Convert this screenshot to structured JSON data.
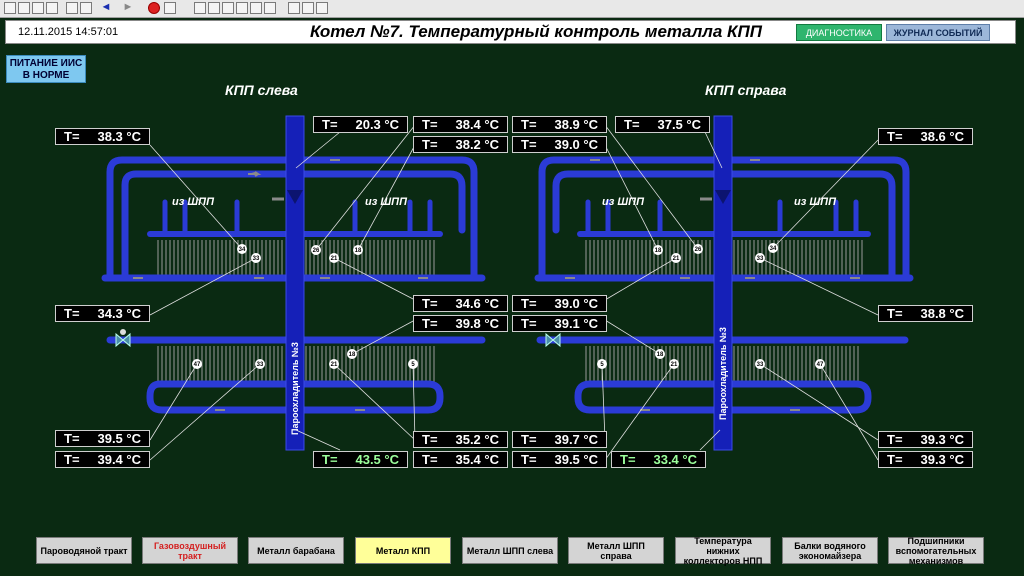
{
  "header": {
    "datetime": "12.11.2015 14:57:01",
    "title": "Котел №7. Температурный контроль металла КПП",
    "diagnostics": "ДИАГНОСТИКА",
    "journal": "ЖУРНАЛ СОБЫТИЙ"
  },
  "power_status": [
    "ПИТАНИЕ ИИС",
    "В НОРМЕ"
  ],
  "left_title": "КПП слева",
  "right_title": "КПП справа",
  "from_label": "из ШПП",
  "desuperheater_label": "Пароохладитель №3",
  "temp_prefix": "T=",
  "temps": {
    "l_top_outer": "38.3 °C",
    "l_mid": "34.3 °C",
    "l_bot1": "39.5 °C",
    "l_bot2": "39.4 °C",
    "c_top": "20.3 °C",
    "c_bot": "43.5 °C",
    "lc_top1": "38.4 °C",
    "lc_top2": "38.2 °C",
    "lc_mid1": "34.6 °C",
    "lc_mid2": "39.8 °C",
    "lc_bot1": "35.2 °C",
    "lc_bot2": "35.4 °C",
    "rc_top1": "38.9 °C",
    "rc_top2": "39.0 °C",
    "rc_mid1": "39.0 °C",
    "rc_mid2": "39.1 °C",
    "rc_bot1": "39.7 °C",
    "rc_bot2": "39.5 °C",
    "r_c_top": "37.5 °C",
    "r_c_bot": "33.4 °C",
    "r_top_outer": "38.6 °C",
    "r_mid": "38.8 °C",
    "r_bot1": "39.3 °C",
    "r_bot2": "39.3 °C"
  },
  "sensors": [
    "34",
    "33",
    "26",
    "18",
    "21",
    "47",
    "33",
    "18",
    "21",
    "5",
    "18",
    "26",
    "34",
    "33",
    "5",
    "18",
    "21",
    "33",
    "47"
  ],
  "bottom_buttons": [
    "Пароводяной тракт",
    "Газовоздушный тракт",
    "Металл барабана",
    "Металл КПП",
    "Металл ШПП слева",
    "Металл ШПП справа",
    "Температура нижних коллекторов НПП",
    "Балки водяного экономайзера",
    "Подшипники вспомогательных механизмов"
  ],
  "colors": {
    "background": "#0a2a12",
    "pipe": "#2b3bd6",
    "active_button": "#ffff99",
    "gas_button_text": "#d42020"
  }
}
